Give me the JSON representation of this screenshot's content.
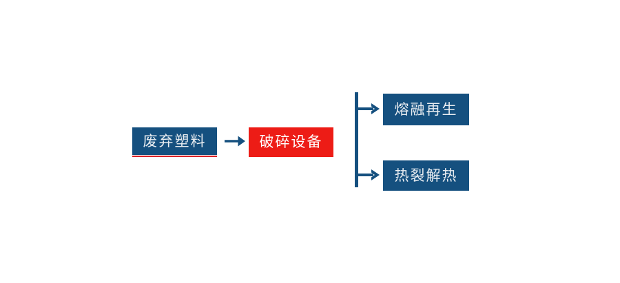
{
  "diagram": {
    "type": "process-flow",
    "orientation": "left-to-right",
    "background_color": "#ffffff",
    "colors": {
      "primary_blue": "#15507f",
      "accent_red": "#ed1c16",
      "underline_red": "#d81f26",
      "node_text": "#e9edf1",
      "red_node_text": "#ffffff",
      "connector": "#15507f"
    },
    "nodes": [
      {
        "id": "waste-plastic",
        "label": "废弃塑料",
        "fill": "#15507f",
        "text_color": "#e9edf1",
        "stage": 1,
        "has_red_underline": true
      },
      {
        "id": "crusher",
        "label": "破碎设备",
        "fill": "#ed1c16",
        "text_color": "#ffffff",
        "stage": 2,
        "has_red_underline": false
      },
      {
        "id": "melt-regeneration",
        "label": "熔融再生",
        "fill": "#15507f",
        "text_color": "#e9edf1",
        "stage": 3,
        "branch": "top",
        "has_red_underline": false
      },
      {
        "id": "pyrolysis",
        "label": "热裂解热",
        "fill": "#15507f",
        "text_color": "#e9edf1",
        "stage": 3,
        "branch": "bottom",
        "has_red_underline": false
      }
    ],
    "connectors": [
      {
        "id": "arrow-waste-to-crusher",
        "icon": "arrow-right-icon",
        "from": "waste-plastic",
        "to": "crusher",
        "style": "single-arrow",
        "color": "#15507f"
      },
      {
        "id": "split-connector",
        "icon": "branch-split-icon",
        "from": "crusher",
        "to": [
          "melt-regeneration",
          "pyrolysis"
        ],
        "style": "vertical-bar-two-arrows",
        "color": "#15507f"
      }
    ]
  }
}
